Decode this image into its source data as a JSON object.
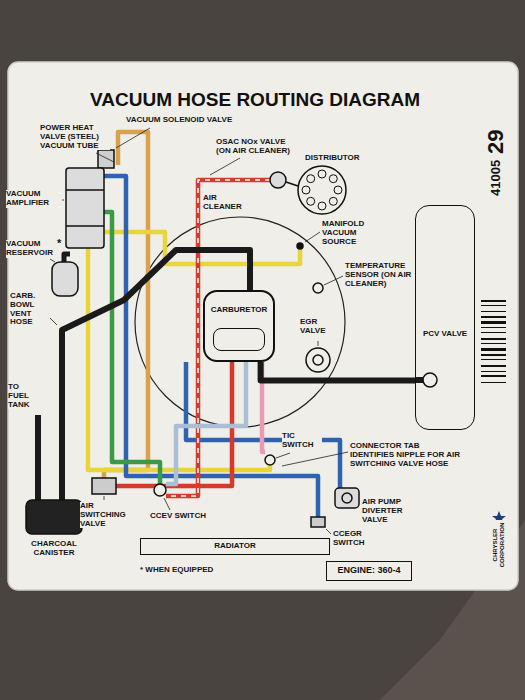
{
  "diagram": {
    "title": "VACUUM HOSE ROUTING DIAGRAM",
    "nodes": [
      {
        "text": [
          "CARBURETOR"
        ]
      },
      {
        "text": [
          "PCV VALVE"
        ]
      },
      {
        "text": [
          "RADIATOR"
        ]
      },
      {
        "text": [
          "ENGINE: 360-4"
        ]
      }
    ],
    "edges": [
      {
        "from": 1,
        "to": 0,
        "arrow": "none"
      }
    ],
    "labels": [
      "POWER HEAT VALVE (STEEL) VACUUM TUBE",
      "VACUUM SOLENOID VALVE",
      "OSAC NOx VALVE (ON AIR CLEANER)",
      "DISTRIBUTOR",
      "VACUUM AMPLIFIER",
      "AIR CLEANER",
      "MANIFOLD VACUUM SOURCE",
      "VACUUM RESERVOIR",
      "*",
      "TEMPERATURE SENSOR (ON AIR CLEANER)",
      "EGR VALVE",
      "CARB. BOWL VENT HOSE",
      "TO FUEL TANK",
      "TIC SWITCH",
      "CONNECTOR TAB IDENTIFIES NIPPLE FOR AIR SWITCHING VALVE HOSE",
      "AIR PUMP DIVERTER VALVE",
      "CHARCOAL CANISTER",
      "AIR SWITCHING VALVE",
      "CCEV SWITCH",
      "CCEGR SWITCH",
      "* WHEN EQUIPPED",
      "41005",
      "29",
      "CHRYSLER CORPORATION"
    ]
  }
}
